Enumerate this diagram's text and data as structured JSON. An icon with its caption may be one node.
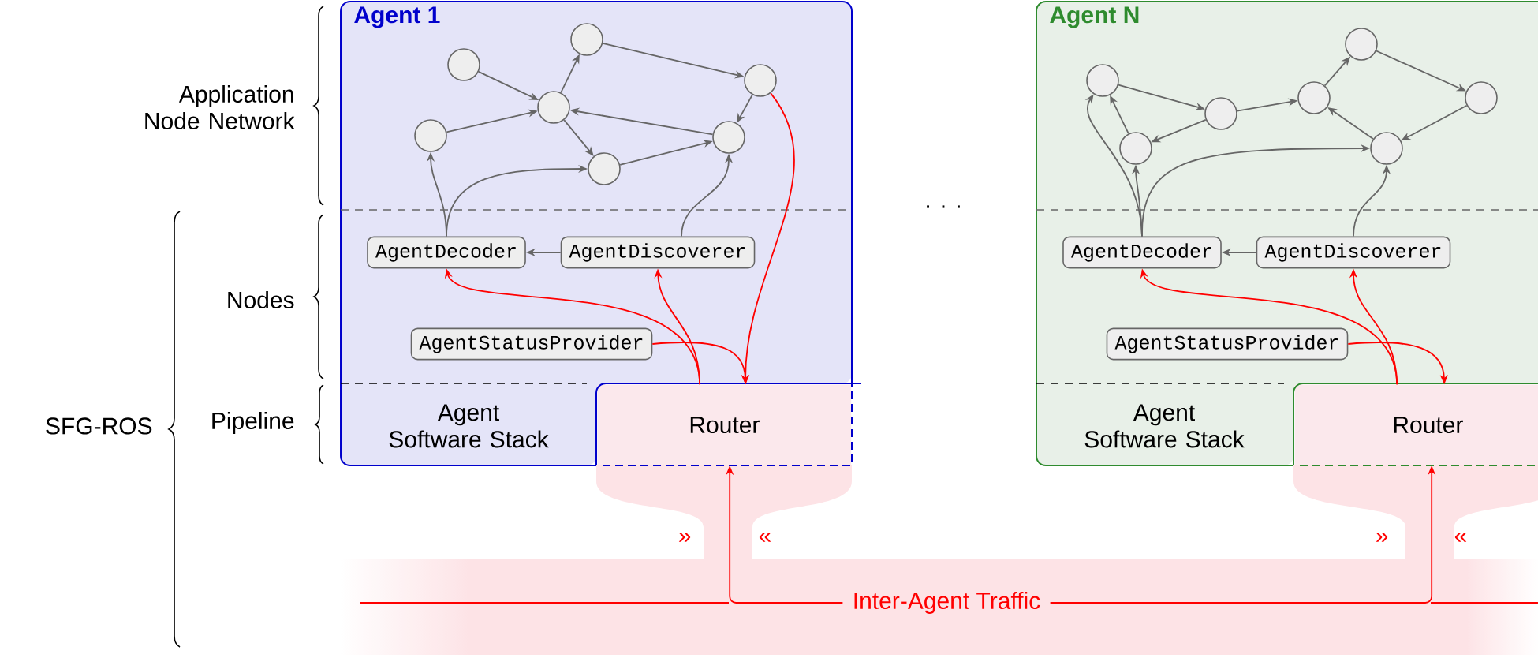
{
  "diagram": {
    "nodes": [
      {
        "text": [
          "Agent 1"
        ]
      },
      {
        "text": [
          "AgentDecoder"
        ],
        "in": 0
      },
      {
        "text": [
          "AgentDiscoverer"
        ],
        "in": 0
      },
      {
        "text": [
          "AgentStatusProvider"
        ],
        "in": 0
      },
      {
        "text": [
          "Agent Software Stack"
        ],
        "in": 0
      },
      {
        "text": [
          "Router"
        ]
      },
      {
        "text": [],
        "shape": "circle",
        "in": 0
      },
      {
        "text": [],
        "shape": "circle",
        "in": 0
      },
      {
        "text": [],
        "shape": "circle",
        "in": 0
      },
      {
        "text": [],
        "shape": "circle",
        "in": 0
      },
      {
        "text": [],
        "shape": "circle",
        "in": 0
      },
      {
        "text": [],
        "shape": "circle",
        "in": 0
      },
      {
        "text": [],
        "shape": "circle",
        "in": 0
      },
      {
        "text": [
          "Agent N"
        ]
      },
      {
        "text": [
          "AgentDecoder"
        ],
        "in": 13
      },
      {
        "text": [
          "AgentDiscoverer"
        ],
        "in": 13
      },
      {
        "text": [
          "AgentStatusProvider"
        ],
        "in": 13
      },
      {
        "text": [
          "Agent Software Stack"
        ],
        "in": 13
      },
      {
        "text": [
          "Router"
        ]
      },
      {
        "text": [],
        "shape": "circle",
        "in": 13
      },
      {
        "text": [],
        "shape": "circle",
        "in": 13
      },
      {
        "text": [],
        "shape": "circle",
        "in": 13
      },
      {
        "text": [],
        "shape": "circle",
        "in": 13
      },
      {
        "text": [],
        "shape": "circle",
        "in": 13
      },
      {
        "text": [],
        "shape": "circle",
        "in": 13
      },
      {
        "text": [],
        "shape": "circle",
        "in": 13
      },
      {
        "text": [
          "Inter-Agent Traffic"
        ]
      }
    ],
    "edges": [
      {
        "from": 7,
        "to": 8,
        "arrow": "to"
      },
      {
        "from": 6,
        "to": 8,
        "arrow": "to"
      },
      {
        "from": 8,
        "to": 9,
        "arrow": "to"
      },
      {
        "from": 9,
        "to": 12,
        "arrow": "to"
      },
      {
        "from": 8,
        "to": 10,
        "arrow": "to"
      },
      {
        "from": 11,
        "to": 8,
        "arrow": "to"
      },
      {
        "from": 12,
        "to": 11,
        "arrow": "to"
      },
      {
        "from": 10,
        "to": 11,
        "arrow": "to"
      },
      {
        "from": 1,
        "to": 6,
        "arrow": "to"
      },
      {
        "from": 1,
        "to": 10,
        "arrow": "to"
      },
      {
        "from": 2,
        "to": 11,
        "arrow": "to"
      },
      {
        "from": 2,
        "to": 1,
        "arrow": "to"
      },
      {
        "from": 12,
        "to": 5,
        "arrow": "to",
        "color": "#ff0000"
      },
      {
        "from": 5,
        "to": 1,
        "arrow": "to",
        "color": "#ff0000"
      },
      {
        "from": 5,
        "to": 2,
        "arrow": "to",
        "color": "#ff0000"
      },
      {
        "from": 3,
        "to": 5,
        "arrow": "to",
        "color": "#ff0000"
      },
      {
        "from": 19,
        "to": 21,
        "arrow": "to"
      },
      {
        "from": 21,
        "to": 20,
        "arrow": "to"
      },
      {
        "from": 20,
        "to": 19,
        "arrow": "to"
      },
      {
        "from": 21,
        "to": 22,
        "arrow": "to"
      },
      {
        "from": 22,
        "to": 23,
        "arrow": "to"
      },
      {
        "from": 23,
        "to": 25,
        "arrow": "to"
      },
      {
        "from": 25,
        "to": 24,
        "arrow": "to"
      },
      {
        "from": 24,
        "to": 22,
        "arrow": "to"
      },
      {
        "from": 14,
        "to": 19,
        "arrow": "to"
      },
      {
        "from": 14,
        "to": 20,
        "arrow": "to"
      },
      {
        "from": 14,
        "to": 24,
        "arrow": "to"
      },
      {
        "from": 15,
        "to": 24,
        "arrow": "to"
      },
      {
        "from": 15,
        "to": 14,
        "arrow": "to"
      },
      {
        "from": 18,
        "to": 14,
        "arrow": "to",
        "color": "#ff0000"
      },
      {
        "from": 18,
        "to": 15,
        "arrow": "to",
        "color": "#ff0000"
      },
      {
        "from": 16,
        "to": 18,
        "arrow": "to",
        "color": "#ff0000"
      },
      {
        "from": 26,
        "to": 5,
        "arrow": "to",
        "color": "#ff0000"
      },
      {
        "from": 26,
        "to": 18,
        "arrow": "to",
        "color": "#ff0000"
      }
    ],
    "labels": [
      "Application Node Network",
      "Nodes",
      "SFG-ROS",
      "Pipeline",
      ". . .",
      "»",
      "«",
      "»",
      "«"
    ]
  }
}
